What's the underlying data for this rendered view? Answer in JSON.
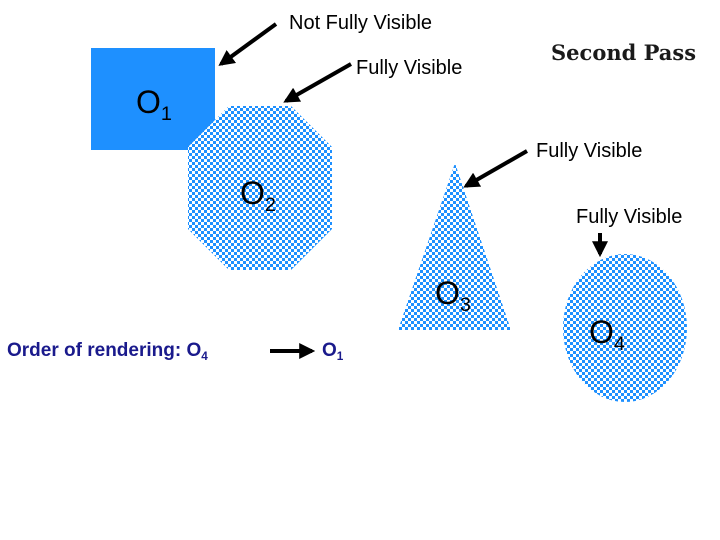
{
  "title": "Second Pass",
  "labels": {
    "not_fully_visible": "Not Fully Visible",
    "fully_visible_o2": "Fully Visible",
    "fully_visible_o3": "Fully Visible",
    "fully_visible_o4": "Fully Visible"
  },
  "objects": {
    "o1": {
      "letter": "O",
      "index": "1"
    },
    "o2": {
      "letter": "O",
      "index": "2"
    },
    "o3": {
      "letter": "O",
      "index": "3"
    },
    "o4": {
      "letter": "O",
      "index": "4"
    }
  },
  "render_order": {
    "label": "Order of rendering: O",
    "from_index": "4",
    "to_letter": "O",
    "to_index": "1"
  },
  "colors": {
    "solid_blue": "#1e90ff",
    "pattern_blue": "#1e90ff",
    "pattern_light": "#ffffff",
    "arrow": "#000000",
    "order_text": "#1a1a8c"
  }
}
